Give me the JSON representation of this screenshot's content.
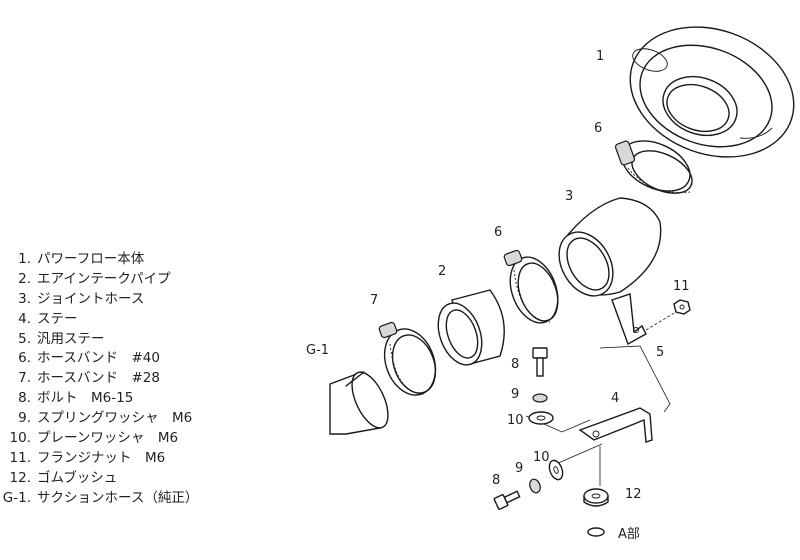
{
  "callouts": {
    "n1": "1",
    "n2": "2",
    "n3": "3",
    "n4": "4",
    "n5": "5",
    "n6a": "6",
    "n6b": "6",
    "n7": "7",
    "n8a": "8",
    "n8b": "8",
    "n9a": "9",
    "n9b": "9",
    "n10a": "10",
    "n10b": "10",
    "n11": "11",
    "n12": "12",
    "g1": "G-1",
    "a_part": "A部"
  },
  "legend": [
    {
      "num": "1.",
      "name": "パワーフロー本体"
    },
    {
      "num": "2.",
      "name": "エアインテークパイプ"
    },
    {
      "num": "3.",
      "name": "ジョイントホース"
    },
    {
      "num": "4.",
      "name": "ステー"
    },
    {
      "num": "5.",
      "name": "汎用ステー"
    },
    {
      "num": "6.",
      "name": "ホースバンド　#40"
    },
    {
      "num": "7.",
      "name": "ホースバンド　#28"
    },
    {
      "num": "8.",
      "name": "ボルト　M6-15"
    },
    {
      "num": "9.",
      "name": "スプリングワッシャ　M6"
    },
    {
      "num": "10.",
      "name": "プレーンワッシャ　M6"
    },
    {
      "num": "11.",
      "name": "フランジナット　M6"
    },
    {
      "num": "12.",
      "name": "ゴムブッシュ"
    },
    {
      "num": "G-1.",
      "name": "サクションホース（純正）"
    }
  ]
}
